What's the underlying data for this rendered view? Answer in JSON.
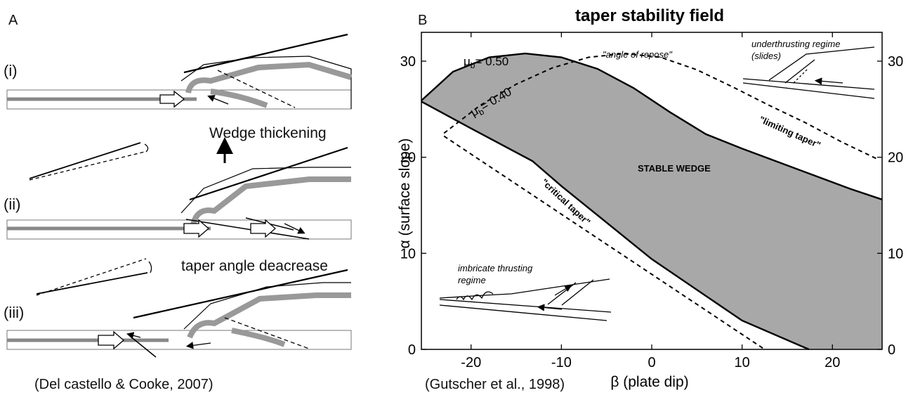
{
  "panel_a": {
    "letter": "A",
    "stages": [
      "(i)",
      "(ii)",
      "(iii)"
    ],
    "note_thickening": "Wedge thickening",
    "note_taper": "taper angle deacrease",
    "credit": "(Del castello & Cooke, 2007)"
  },
  "panel_b": {
    "letter": "B",
    "credit": "(Gutscher et al., 1998)"
  },
  "chart_data": {
    "type": "area",
    "title": "taper stability field",
    "xlabel": "β (plate dip)",
    "ylabel": "α (surface slope)",
    "xlim": [
      -25.5,
      25.5
    ],
    "ylim": [
      0,
      33
    ],
    "xticks": [
      -20,
      -10,
      0,
      10,
      20
    ],
    "yticks": [
      0,
      10,
      20,
      30
    ],
    "tick_labels_x": [
      "-20",
      "-10",
      "0",
      "10",
      "20"
    ],
    "tick_labels_y": [
      "0",
      "10",
      "20",
      "30"
    ],
    "series": [
      {
        "name": "μb = 0.50",
        "style": "solid",
        "fill": "#a9a8a8",
        "upper": {
          "x": [
            -25.5,
            -22,
            -18,
            -14,
            -10,
            -6,
            -2,
            2,
            6,
            10,
            14,
            18,
            22,
            25.5
          ],
          "y": [
            25.9,
            28.9,
            30.4,
            30.8,
            30.4,
            29.2,
            27.2,
            24.7,
            22.4,
            20.9,
            19.5,
            18.1,
            16.7,
            15.6
          ]
        },
        "lower": {
          "x": [
            -25.5,
            -20,
            -13.2,
            -10,
            0,
            10,
            17.4
          ],
          "y": [
            25.8,
            23.0,
            19.6,
            17.0,
            9.4,
            3.0,
            0
          ]
        }
      },
      {
        "name": "μb = 0.40",
        "style": "dashed",
        "fill": "none",
        "upper": {
          "x": [
            -23,
            -19,
            -15,
            -11,
            -7,
            -3,
            1,
            5,
            9,
            13,
            17,
            21,
            25
          ],
          "y": [
            22.5,
            25.4,
            27.6,
            29.3,
            30.4,
            30.8,
            30.4,
            29.1,
            27.3,
            25.4,
            23.6,
            21.6,
            19.8
          ]
        },
        "lower": {
          "x": [
            -23,
            12.5
          ],
          "y": [
            22.2,
            0
          ]
        }
      }
    ],
    "annotations": [
      "μb = 0.50",
      "μb = 0.40",
      "\"angle of repose\"",
      "STABLE WEDGE",
      "\"limiting taper\"",
      "\"critical taper\"",
      "underthrusting regime (slides)",
      "imbricate thrusting regime"
    ],
    "labels": {
      "mu_sym": "μ",
      "mu_sub": "b",
      "mu_050": "= 0.50",
      "mu_040": "= 0.40",
      "angle_of_repose": "\"angle of repose\"",
      "stable_wedge": "STABLE WEDGE",
      "limiting_taper": "\"limiting taper\"",
      "critical_taper": "\"critical taper\"",
      "underthrusting_line1": "underthrusting regime",
      "underthrusting_line2": "(slides)",
      "imbricate_line1": "imbricate thrusting",
      "imbricate_line2": "regime"
    }
  }
}
